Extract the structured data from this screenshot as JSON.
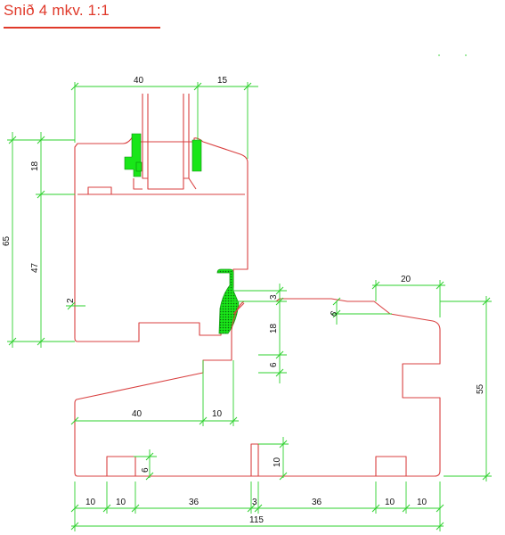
{
  "title": "Snið 4  mkv. 1:1",
  "dimensions": {
    "top_40": "40",
    "top_15": "15",
    "left_65": "65",
    "left_18": "18",
    "left_47": "47",
    "left_2": "2",
    "mid_3": "3",
    "mid_18": "18",
    "mid_6": "6",
    "mid_6b": "6",
    "right_20": "20",
    "right_55": "55",
    "lower_40": "40",
    "lower_10": "10",
    "bottom_6": "6",
    "bottom_10": "10",
    "chain_10a": "10",
    "chain_10b": "10",
    "chain_36a": "36",
    "chain_3": "3",
    "chain_36b": "36",
    "chain_10c": "10",
    "chain_10d": "10",
    "total_115": "115"
  },
  "colors": {
    "profile": "#d94040",
    "dimension": "#2ed12e",
    "gasket": "#19e619",
    "title": "#e0392a"
  }
}
